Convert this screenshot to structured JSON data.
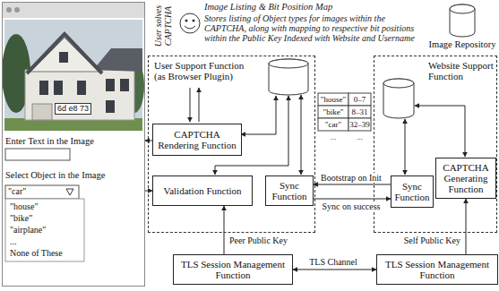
{
  "diagram": {
    "nodes": [
      {
        "text": [
          "6d e8 73",
          "Enter Text in the Image",
          "Select Object in the Image",
          "\"car\"",
          "\"house\"",
          "\"bike\"",
          "\"airplane\"",
          "...",
          "None of These"
        ]
      },
      {
        "text": [
          "Image Repository"
        ]
      },
      {
        "text": [
          "User Support Function (as Browser Plugin)"
        ]
      },
      {
        "text": [
          "CAPTCHA Rendering Function"
        ],
        "in": 2
      },
      {
        "text": [
          "Validation Function"
        ],
        "in": 2
      },
      {
        "text": [
          "Sync Function"
        ],
        "in": 2
      },
      {
        "text": [
          "Website Support Function"
        ]
      },
      {
        "text": [
          "Sync Function"
        ],
        "in": 6
      },
      {
        "text": [
          "CAPTCHA Generating Function"
        ],
        "in": 6
      },
      {
        "text": [
          "TLS Session Management Function"
        ]
      },
      {
        "text": [
          "TLS Session Management Function"
        ]
      }
    ],
    "edges": [
      {
        "from": 3,
        "to": 0,
        "arrow": "to"
      },
      {
        "from": 0,
        "to": 4,
        "arrow": "to"
      },
      {
        "from": 7,
        "to": 5,
        "label": "Bootstrap on Init",
        "arrow": "to"
      },
      {
        "from": 5,
        "to": 7,
        "label": "Sync on success",
        "arrow": "to"
      },
      {
        "from": 9,
        "to": 10,
        "label": "TLS Channel",
        "arrow": "both"
      },
      {
        "from": 9,
        "to": 4,
        "label": "Peer Public Key",
        "arrow": "to"
      },
      {
        "from": 10,
        "to": 8,
        "label": "Self Public Key",
        "arrow": "to"
      }
    ],
    "labels": [
      "User solves CAPTCHA",
      "Image Listing & Bit Position Map",
      "Stores listing of Object types for images within the CAPTCHA, along with mapping to respective bit positions within the Public Key Indexed with Website and Username",
      "\"house\"",
      "0–7",
      "\"bike\"",
      "8–31",
      "\"car\"",
      "32–39",
      "...",
      "..."
    ]
  }
}
